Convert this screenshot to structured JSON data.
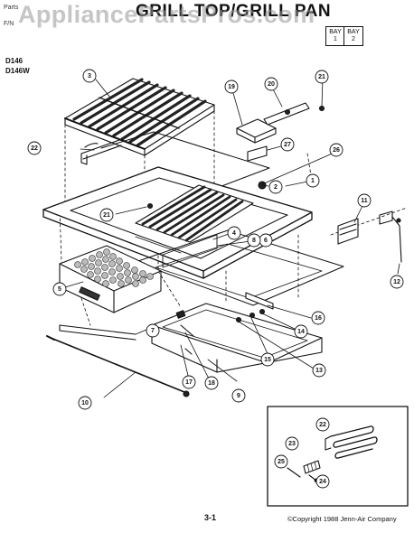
{
  "header": {
    "doc_line1": "Parts",
    "doc_line2": "F/N",
    "title": "GRILL TOP/GRILL PAN",
    "watermark": "AppliancePartsPros.com",
    "models": [
      "D146",
      "D146W"
    ],
    "bay_label": "BAY",
    "bay_numbers": [
      "1",
      "2"
    ]
  },
  "callouts": [
    "1",
    "2",
    "3",
    "4",
    "5",
    "6",
    "7",
    "8",
    "9",
    "10",
    "11",
    "12",
    "13",
    "14",
    "15",
    "16",
    "17",
    "18",
    "19",
    "20",
    "21",
    "21",
    "22",
    "22",
    "23",
    "24",
    "25",
    "26",
    "27"
  ],
  "footer": {
    "page": "3-1",
    "copyright": "©Copyright 1988 Jenn-Air Company"
  },
  "colors": {
    "ink": "#111111",
    "paper": "#ffffff",
    "watermark": "#9a9a9a"
  }
}
